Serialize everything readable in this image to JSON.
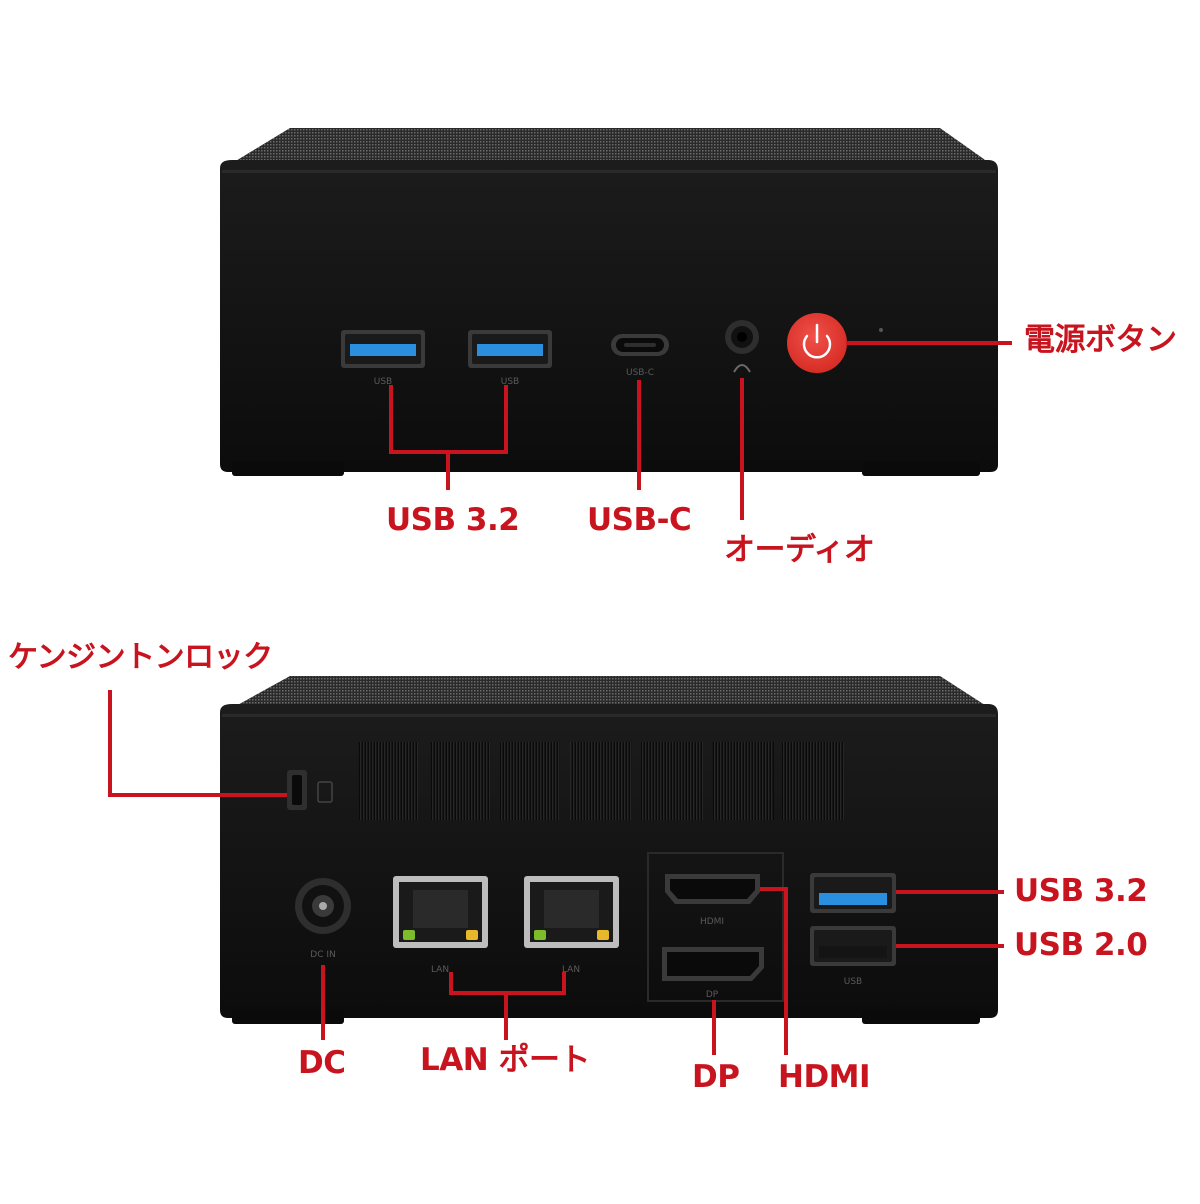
{
  "colors": {
    "accent": "#c8141e",
    "device_body": "#111111",
    "power_button": "#e8342e",
    "usb32_port": "#2b8fe0",
    "led_green": "#7dbb2b",
    "led_yellow": "#e6b82a"
  },
  "front": {
    "labels": {
      "usb32": "USB 3.2",
      "usbc": "USB-C",
      "audio": "オーディオ",
      "power": "電源ボタン"
    },
    "port_text": {
      "usb_a": "USB",
      "usb_b": "USB",
      "usbc": "USB-C"
    }
  },
  "rear": {
    "labels": {
      "kensington": "ケンジントンロック",
      "usb32": "USB 3.2",
      "usb20": "USB 2.0",
      "dc": "DC",
      "lan": "LAN ポート",
      "dp": "DP",
      "hdmi": "HDMI"
    },
    "port_text": {
      "dc_in": "DC IN",
      "lan_1": "LAN",
      "lan_2": "LAN",
      "hdmi": "HDMI",
      "dp": "DP",
      "usb": "USB"
    }
  }
}
